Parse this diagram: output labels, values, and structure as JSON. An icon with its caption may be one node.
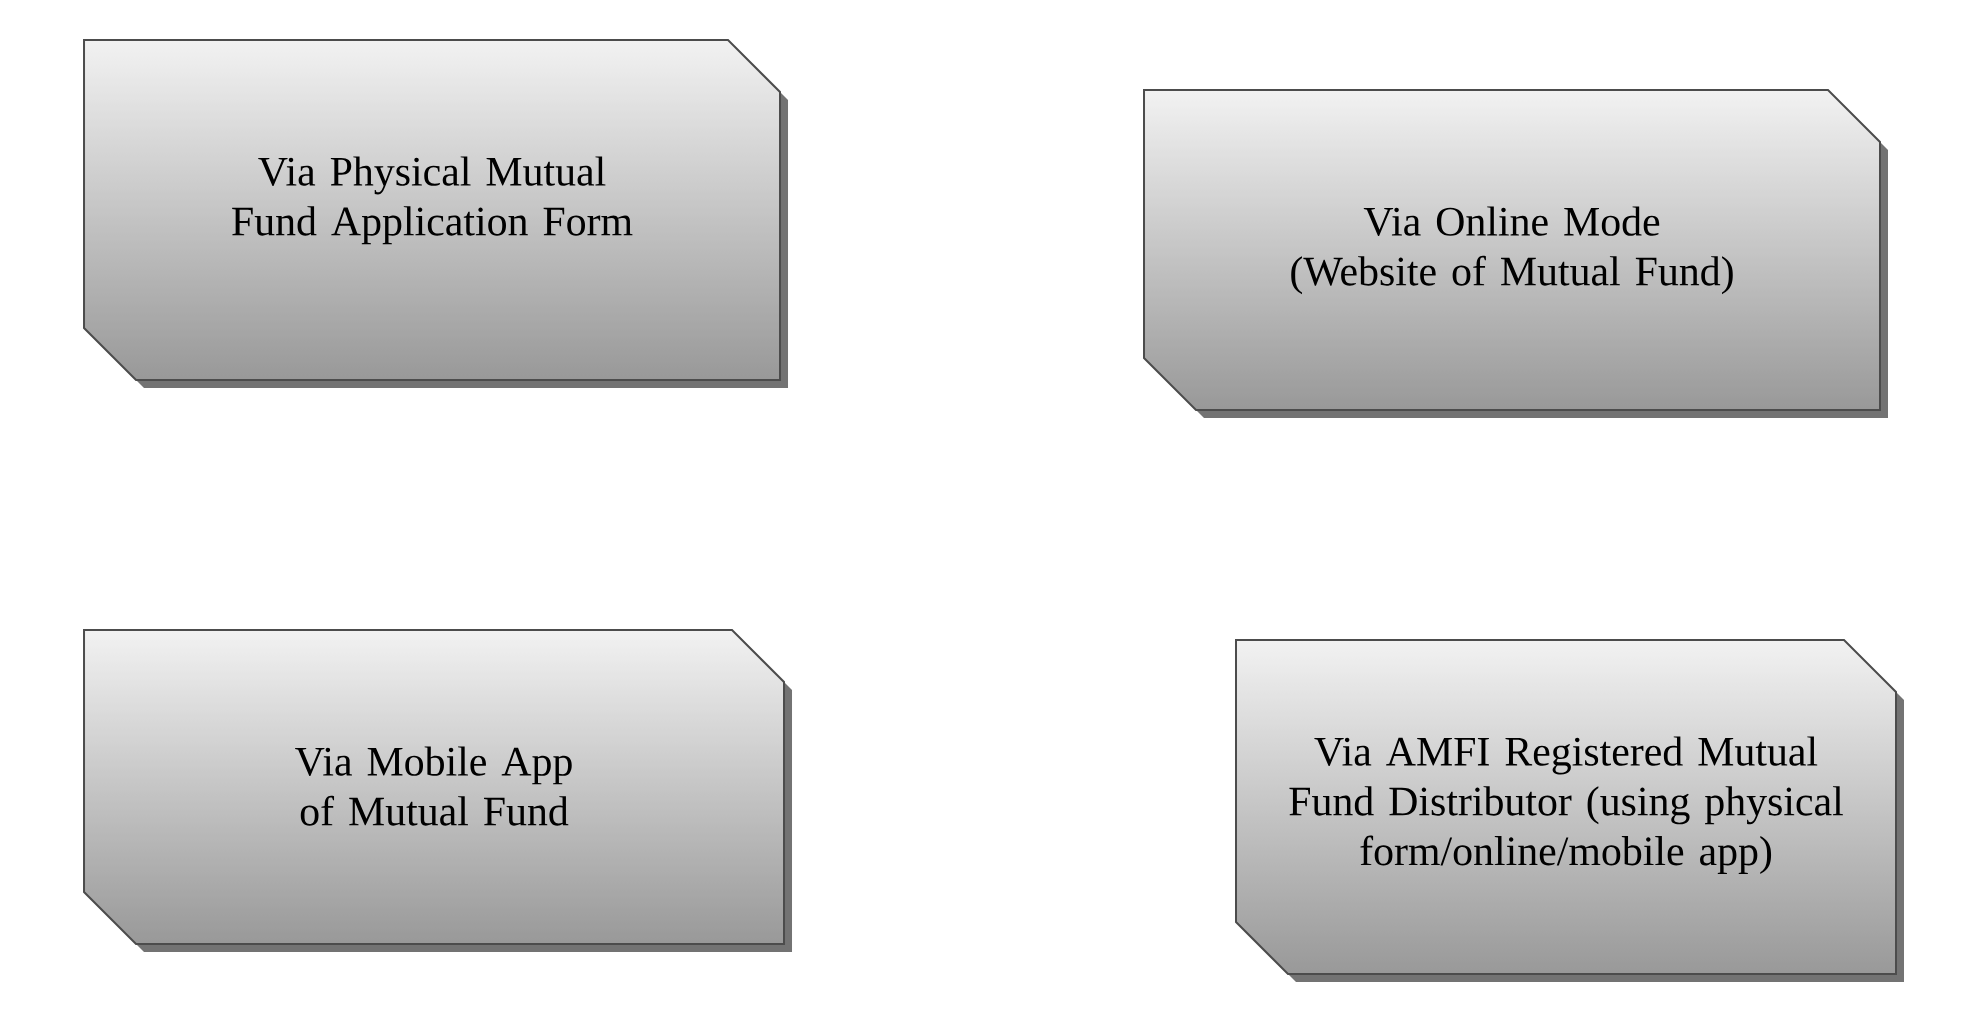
{
  "diagram": {
    "nodes": [
      {
        "text": [
          "Via Physical Mutual Fund Application Form"
        ]
      },
      {
        "text": [
          "Via Online Mode (Website of Mutual Fund)"
        ]
      },
      {
        "text": [
          "Via Mobile App of Mutual Fund"
        ]
      },
      {
        "text": [
          "Via AMFI Registered Mutual Fund Distributor (using physical form/online/mobile app)"
        ]
      }
    ]
  }
}
